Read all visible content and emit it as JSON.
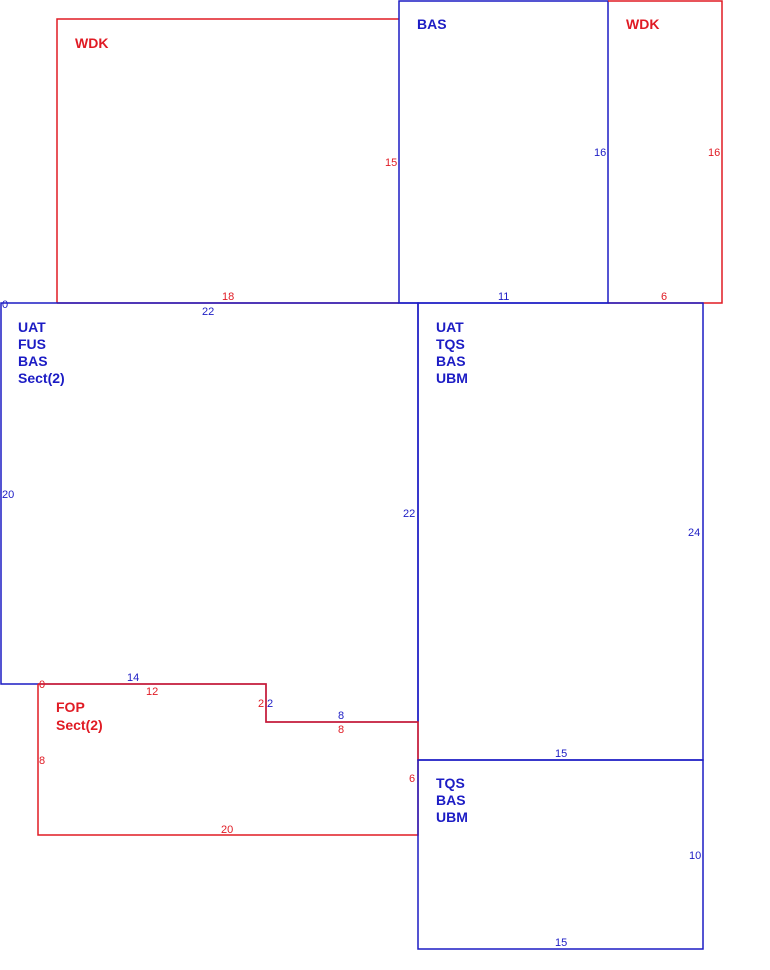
{
  "colors": {
    "blue": "#1c1cc4",
    "red": "#e01b24",
    "background": "#ffffff"
  },
  "rooms": {
    "wdk_left": {
      "labels": [
        "WDK"
      ],
      "dims": {
        "right": "15",
        "bottom": "18"
      }
    },
    "bas_top": {
      "labels": [
        "BAS"
      ],
      "dims": {
        "right": "16",
        "bottom": "11"
      }
    },
    "wdk_right": {
      "labels": [
        "WDK"
      ],
      "dims": {
        "right": "16",
        "bottom": "6"
      }
    },
    "uat_fus": {
      "labels": [
        "UAT",
        "FUS",
        "BAS",
        "Sect(2)"
      ],
      "dims": {
        "top": "22",
        "left": "20",
        "right": "22",
        "bottom": "14",
        "step": "2",
        "step_bottom": "8",
        "origin_top": "0"
      }
    },
    "uat_tqs": {
      "labels": [
        "UAT",
        "TQS",
        "BAS",
        "UBM"
      ],
      "dims": {
        "right": "24",
        "bottom": "15"
      }
    },
    "fop": {
      "labels": [
        "FOP",
        "Sect(2)"
      ],
      "dims": {
        "top": "12",
        "step": "2",
        "step_bottom": "8",
        "right": "6",
        "left": "8",
        "bottom": "20",
        "origin": "0"
      }
    },
    "tqs_bas_ubm": {
      "labels": [
        "TQS",
        "BAS",
        "UBM"
      ],
      "dims": {
        "right": "10",
        "bottom": "15"
      }
    }
  }
}
